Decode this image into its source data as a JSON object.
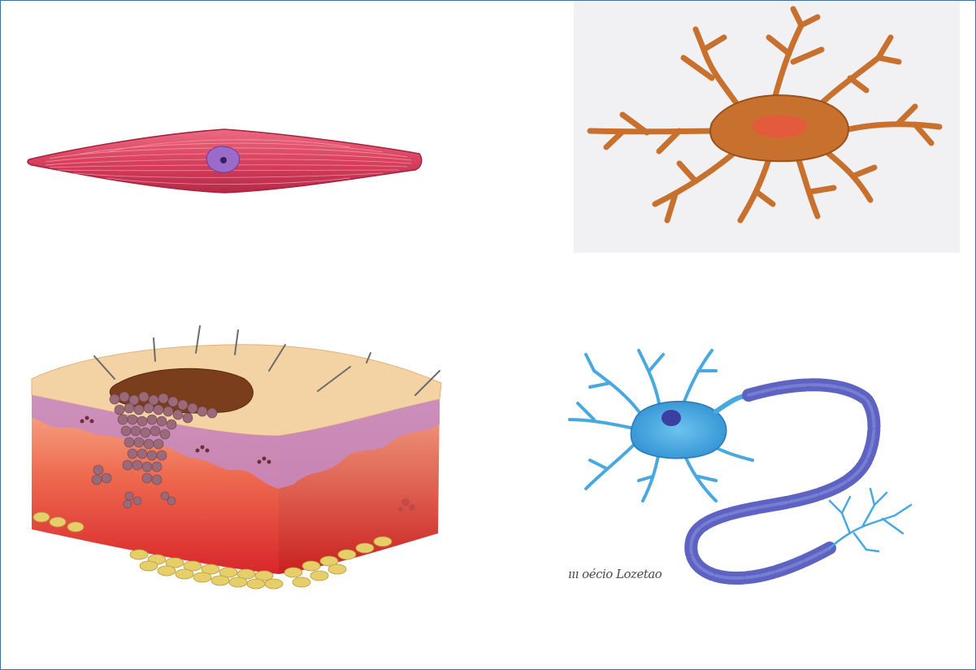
{
  "figure": {
    "panels": [
      {
        "id": "smooth-muscle-cell",
        "icon": "spindle-muscle-cell-icon"
      },
      {
        "id": "astrocyte",
        "icon": "star-glial-cell-icon"
      },
      {
        "id": "skin-tumor-cross-section",
        "icon": "skin-block-icon"
      },
      {
        "id": "neuron",
        "icon": "myelinated-neuron-icon"
      }
    ],
    "signature": "ııı oécio Lozetao"
  },
  "colors": {
    "frame_border": "#3f6ea8",
    "muscle": "#d9415e",
    "muscle_nucleus": "#9b6bc9",
    "astrocyte": "#c8702e",
    "astrocyte_nucleus": "#e45a3c",
    "skin_surface": "#f3d2a4",
    "dermis": "#e8463a",
    "epidermis_purple": "#b07ab8",
    "tumor": "#8e5e6a",
    "fat": "#e6cf6a",
    "neuron_body": "#4aa8e0",
    "myelin": "#5e63c2"
  }
}
